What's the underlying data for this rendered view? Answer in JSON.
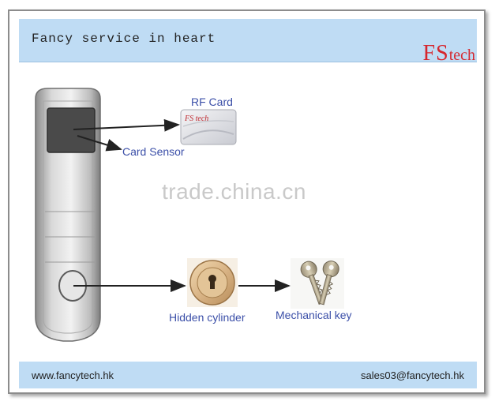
{
  "header": {
    "title": "Fancy service in heart"
  },
  "logo": {
    "text_big": "FS",
    "text_small": "tech"
  },
  "labels": {
    "rf_card": "RF Card",
    "card_sensor": "Card Sensor",
    "hidden_cylinder": "Hidden cylinder",
    "mechanical_key": "Mechanical key"
  },
  "card": {
    "brand": "FS tech"
  },
  "watermark": "trade.china.cn",
  "footer": {
    "website": "www.fancytech.hk",
    "email": "sales03@fancytech.hk"
  },
  "colors": {
    "header_bg": "#bfdcf4",
    "logo": "#d6262d",
    "label": "#3b4fa8"
  }
}
